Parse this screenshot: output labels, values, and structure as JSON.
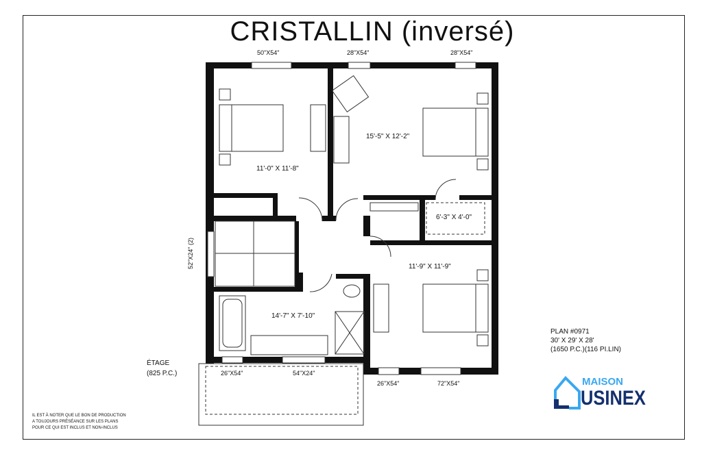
{
  "title": "CRISTALLIN (inversé)",
  "windows": {
    "top_left": "50\"X54\"",
    "top_mid": "28\"X54\"",
    "top_right": "28\"X54\"",
    "left": "52\"X24\" (2)",
    "bottom_1": "26\"X54\"",
    "bottom_2": "54\"X24\"",
    "bottom_3": "26\"X54\"",
    "bottom_4": "72\"X54\""
  },
  "rooms": {
    "bedroom1": "11'-0\" X 11'-8\"",
    "bedroom_master": "15'-5\" X 12'-2\"",
    "walk_in": "6'-3\" X 4'-0\"",
    "bedroom3": "11'-9\" X 11'-9\"",
    "bathroom": "14'-7\" X 7'-10\""
  },
  "floor": {
    "name": "ÉTAGE",
    "area": "(825 P.C.)"
  },
  "plan": {
    "number": "PLAN #0971",
    "dimensions": "30' X 29' X 28'",
    "area": "(1650 P.C.)(116 PI.LIN)"
  },
  "note": [
    "IL EST À NOTER QUE LE BON DE PRODUCTION",
    "A TOUJOURS PRÉSÉANCE SUR LES PLANS",
    "POUR CE QUI EST INCLUS ET NON-INCLUS"
  ],
  "logo": {
    "top": "MAISON",
    "bottom": "USINEX",
    "colors": {
      "light": "#3aa8f0",
      "dark": "#14306e"
    }
  }
}
